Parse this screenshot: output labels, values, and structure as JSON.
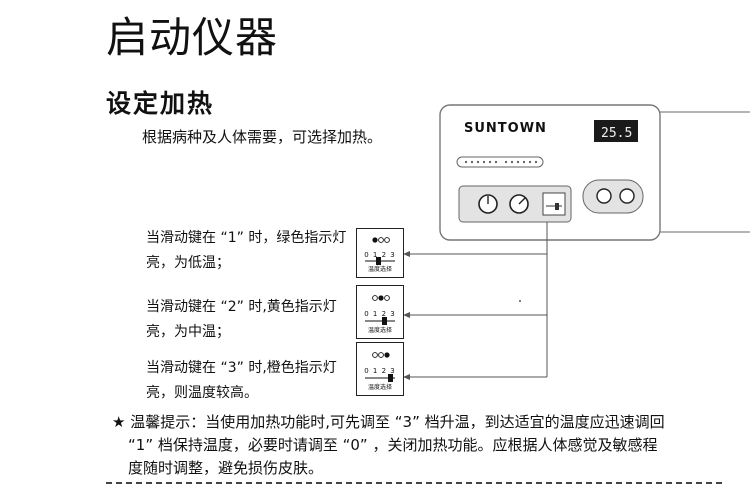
{
  "title": "启动仪器",
  "section": "设定加热",
  "intro": "根据病种及人体需要，可选择加热。",
  "device": {
    "brand": "SUNTOWN",
    "display": "25.5"
  },
  "settings": [
    {
      "lines": [
        "当滑动键在 “1” 时，绿色指示灯",
        "亮，为低温；"
      ],
      "digits": "0 1 2 3",
      "caption": "温度选择"
    },
    {
      "lines": [
        "当滑动键在 “2” 时,黄色指示灯",
        "亮，为中温；"
      ],
      "digits": "0 1 2 3",
      "caption": "温度选择"
    },
    {
      "lines": [
        "当滑动键在 “3” 时,橙色指示灯",
        "亮，则温度较高。"
      ],
      "digits": "0 1 2 3",
      "caption": "温度选择"
    }
  ],
  "note": [
    "★ 温馨提示：当使用加热功能时,可先调至 “3” 档升温，到达适宜的温度应迅速调回",
    "“1” 档保持温度，必要时请调至 “0” ，关闭加热功能。应根据人体感觉及敏感程",
    "度随时调整，避免损伤皮肤。"
  ],
  "colors": {
    "lcd": "#1a1a1a",
    "panel_line": "#777777",
    "knob_panel": "#e3e3e3"
  }
}
